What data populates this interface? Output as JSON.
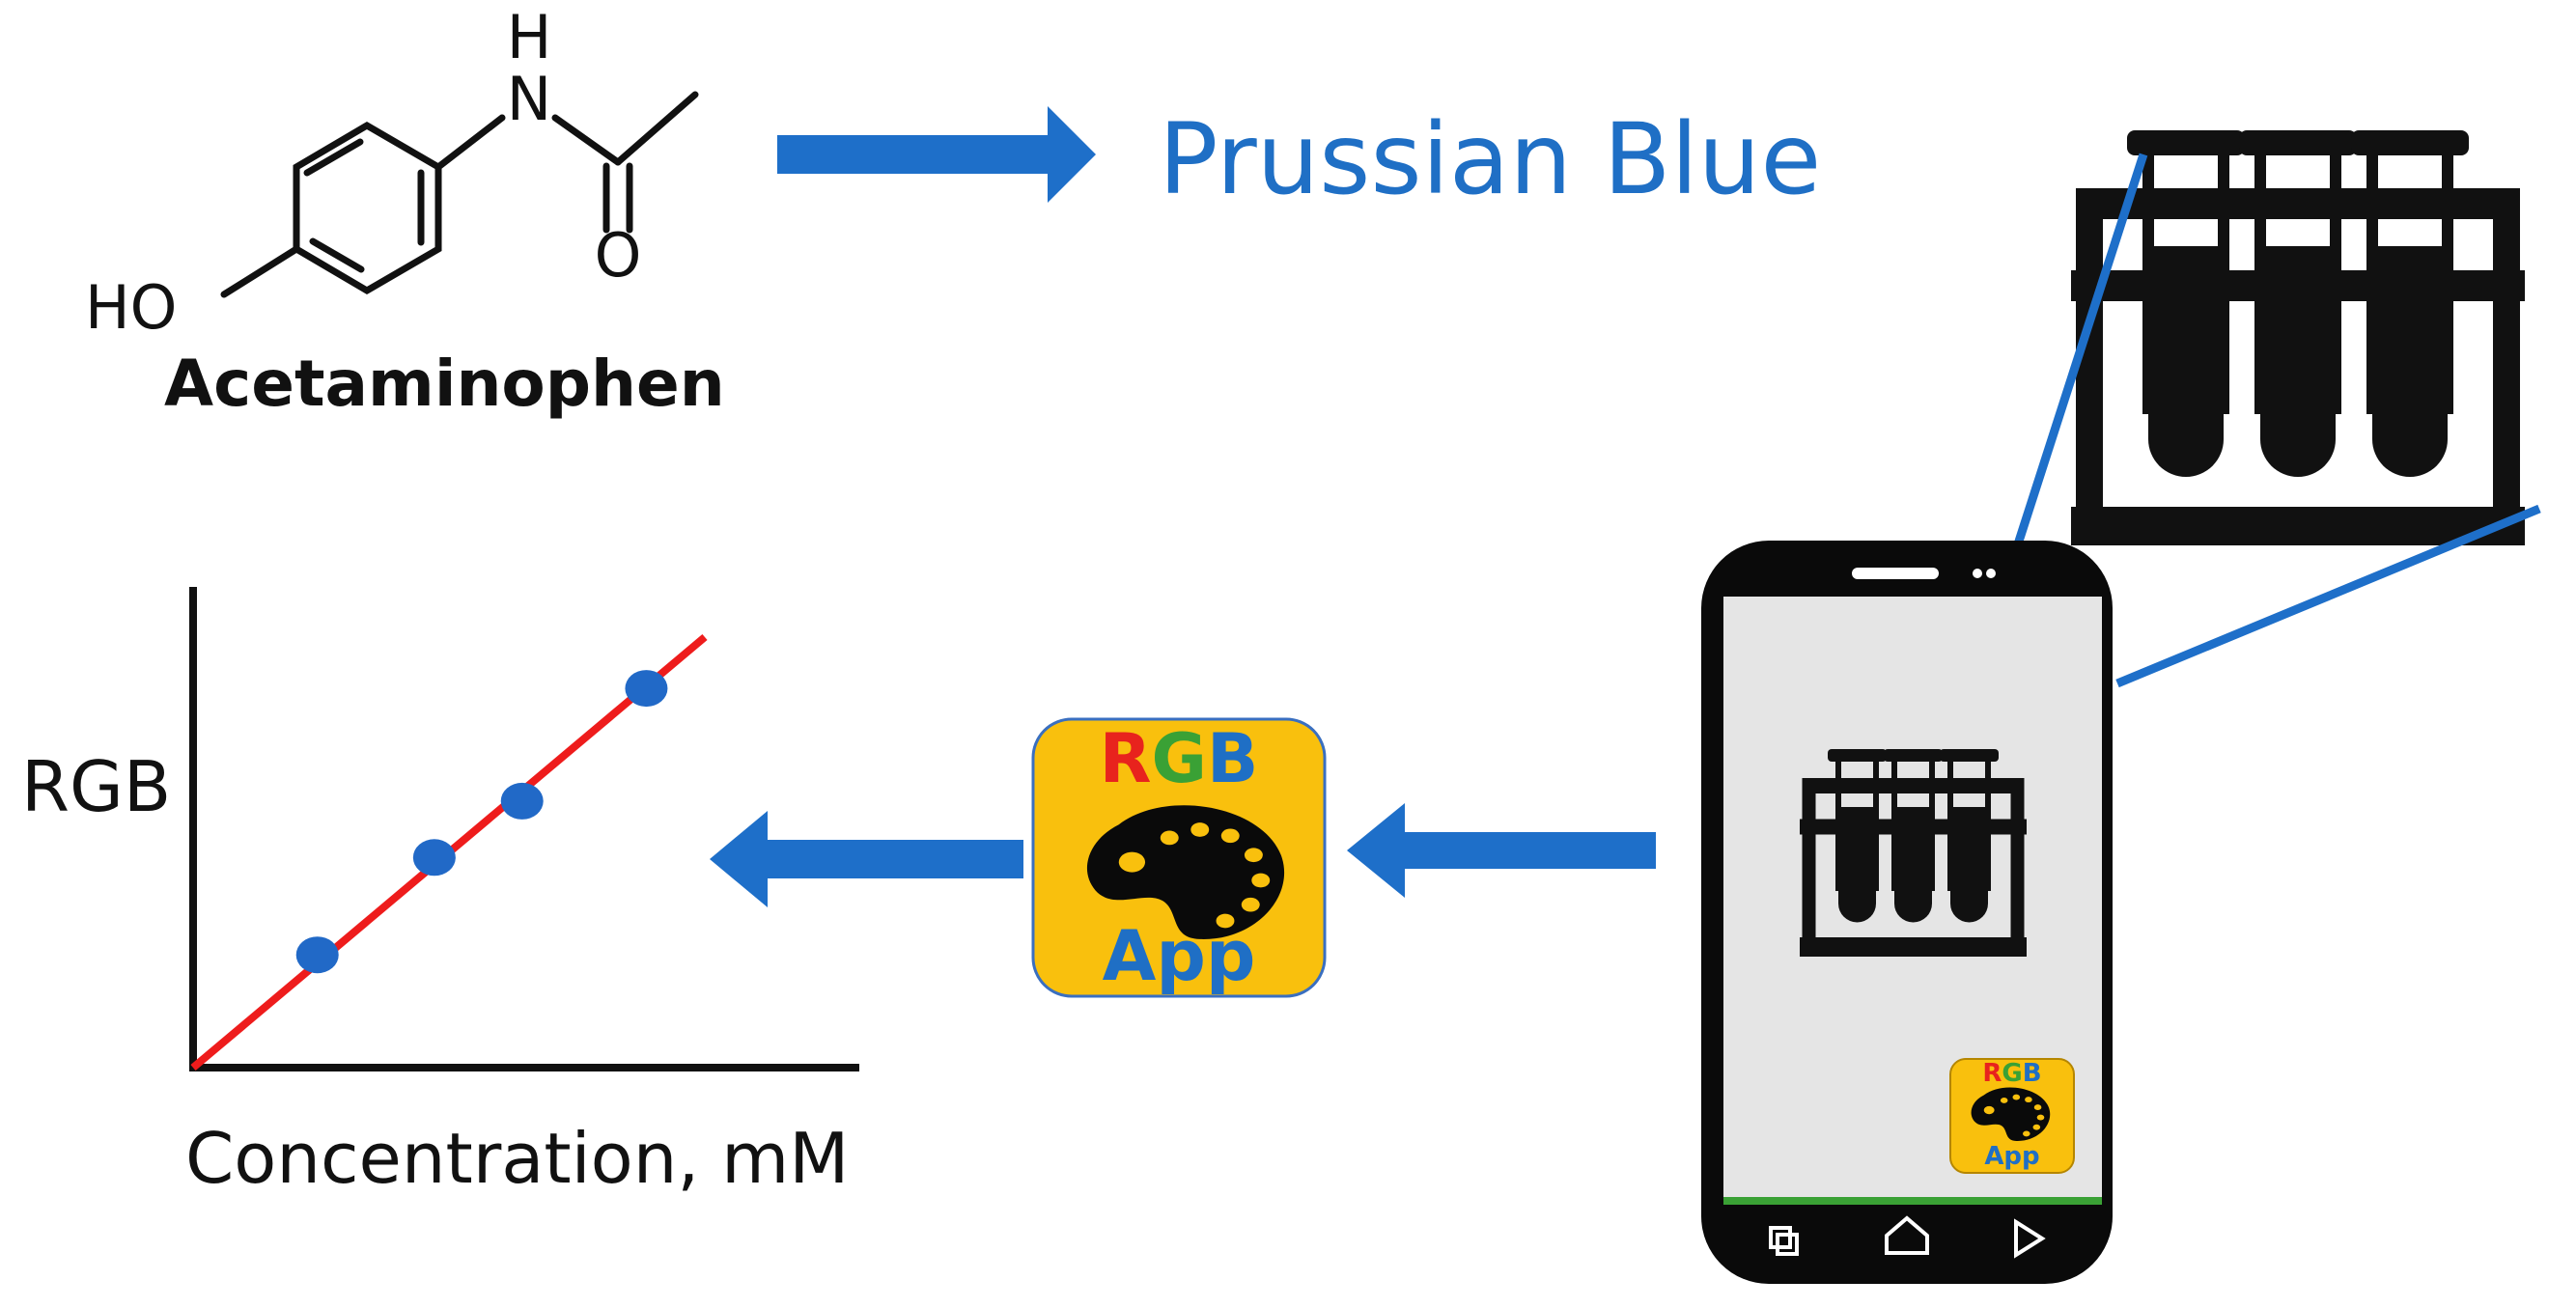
{
  "molecule": {
    "name": "Acetaminophen",
    "atom_n": "N",
    "atom_h": "H",
    "atom_o": "O",
    "atom_ho": "HO"
  },
  "product_label": "Prussian Blue",
  "app_icon": {
    "letter_r": "R",
    "letter_g": "G",
    "letter_b": "B",
    "app_label": "App",
    "icon": "palette-icon"
  },
  "phone": {
    "nav_icons": [
      "recent-apps-icon",
      "home-icon",
      "back-icon"
    ]
  },
  "colors": {
    "blue": "#1f6fc5",
    "arrow_blue": "#1e6fc9",
    "red": "#e8231d",
    "green": "#3aa135",
    "app_yellow": "#f9c00d",
    "trend_red": "#ee1c1c",
    "point_blue": "#2169c7"
  },
  "chart_data": {
    "type": "scatter",
    "xlabel": "Concentration, mM",
    "ylabel": "RGB",
    "points": [
      {
        "x": 1.0,
        "y": 1.0
      },
      {
        "x": 2.6,
        "y": 2.9
      },
      {
        "x": 3.8,
        "y": 4.0
      },
      {
        "x": 5.5,
        "y": 6.2
      }
    ],
    "trendline": {
      "x": [
        -0.7,
        6.3
      ],
      "y": [
        -1.2,
        7.2
      ]
    },
    "xlim": [
      -0.7,
      6.3
    ],
    "ylim": [
      -1.2,
      7.2
    ]
  }
}
